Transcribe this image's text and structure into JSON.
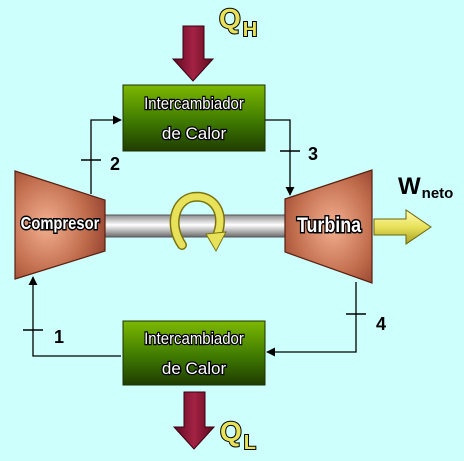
{
  "heat_exchanger_top": {
    "line1": "Intercambiador",
    "line2": "de Calor"
  },
  "heat_exchanger_bottom": {
    "line1": "Intercambiador",
    "line2": "de Calor"
  },
  "compressor_label": "Compresor",
  "turbine_label": "Turbina",
  "heat_in": {
    "main": "Q",
    "sub": "H"
  },
  "heat_out": {
    "main": "Q",
    "sub": "L"
  },
  "work_out": {
    "main": "W",
    "sub": "neto"
  },
  "states": {
    "s1": "1",
    "s2": "2",
    "s3": "3",
    "s4": "4"
  },
  "colors": {
    "background": "#cdfffd",
    "exchanger_fill": "#4f8a00",
    "machine_fill": "#c9734f",
    "arrow_red": "#8b1633",
    "arrow_yellow": "#e8e25a",
    "label_yellow": "#e8e25a",
    "lines": "#000000"
  }
}
